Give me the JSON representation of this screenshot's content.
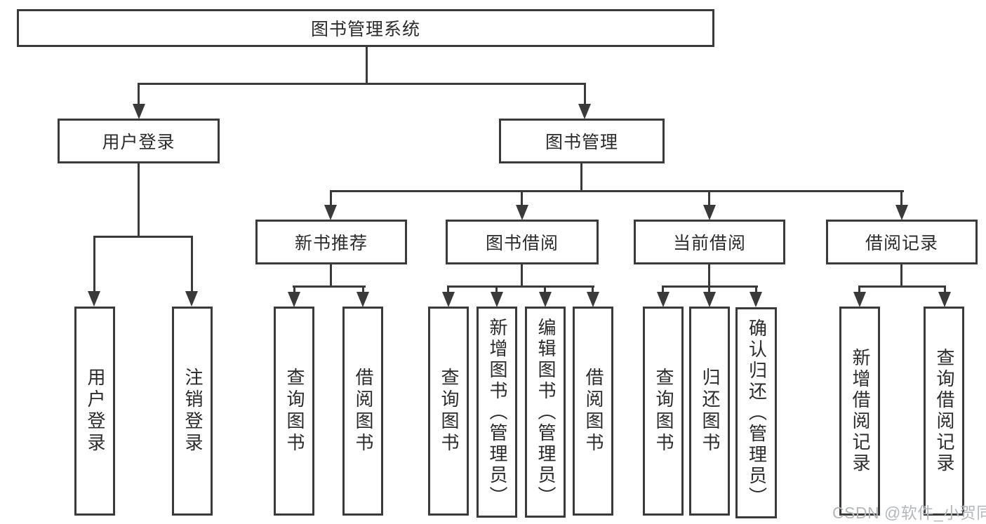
{
  "title": "图书管理系统",
  "branches": {
    "user_login": {
      "label": "用户登录",
      "children": [
        "用户登录",
        "注销登录"
      ]
    },
    "book_management": {
      "label": "图书管理",
      "sections": [
        {
          "label": "新书推荐",
          "children": [
            "查询图书",
            "借阅图书"
          ]
        },
        {
          "label": "图书借阅",
          "children": [
            "查询图书",
            "新增图书（管理员）",
            "编辑图书（管理员）",
            "借阅图书"
          ]
        },
        {
          "label": "当前借阅",
          "children": [
            "查询图书",
            "归还图书",
            "确认归还（管理员）"
          ]
        },
        {
          "label": "借阅记录",
          "children": [
            "新增借阅记录",
            "查询借阅记录"
          ]
        }
      ]
    }
  },
  "watermark": "CSDN @软件_小贺同学",
  "colors": {
    "line": "#3a3a3a",
    "text": "#2b2b2b",
    "wm": "#b4b8bb",
    "bg": "#ffffff"
  }
}
